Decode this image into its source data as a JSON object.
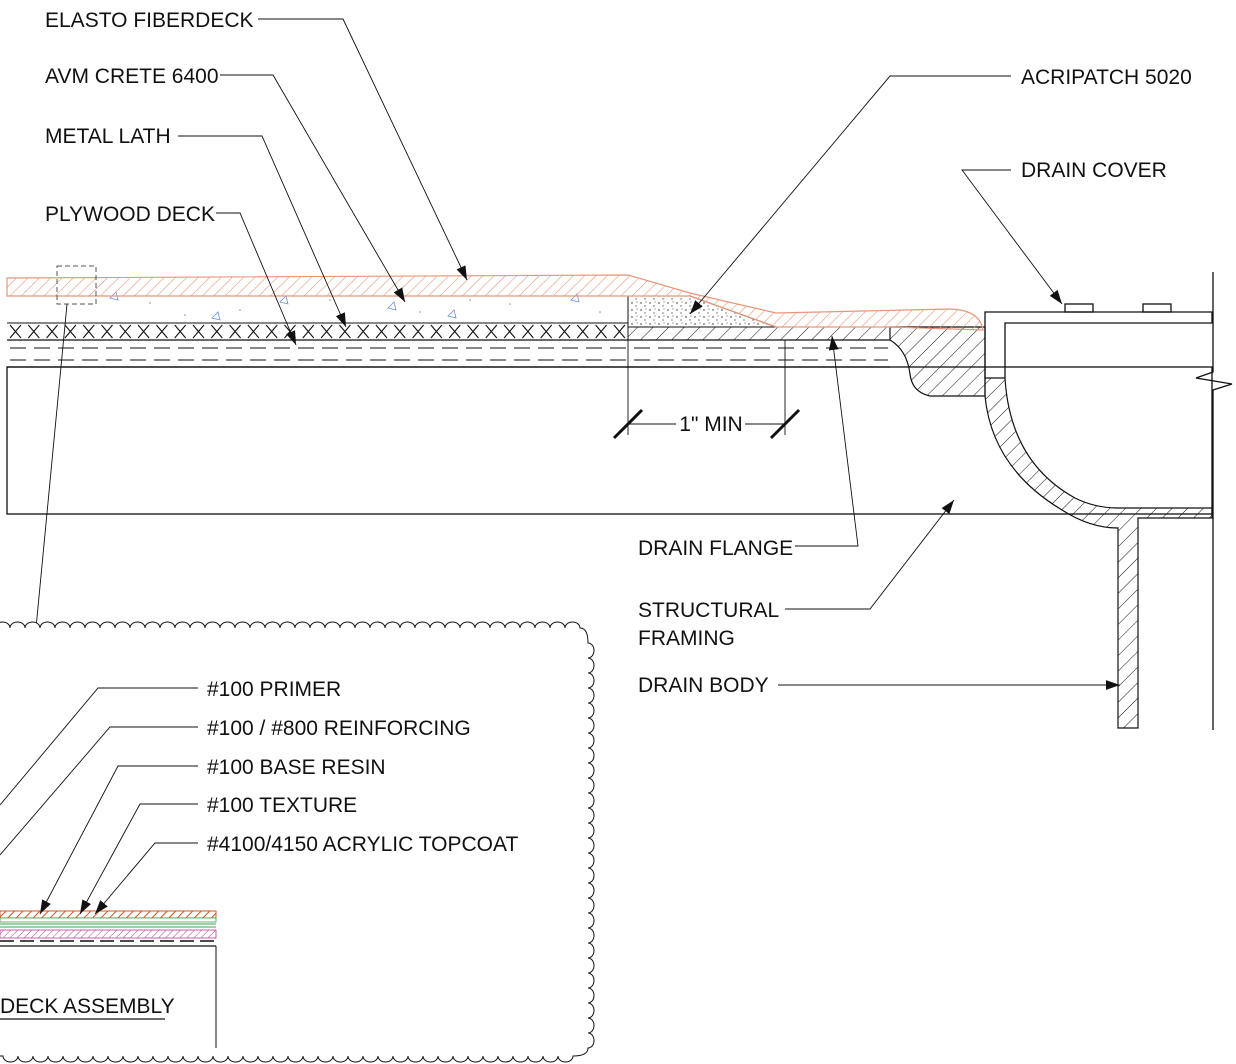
{
  "labels": {
    "elasto_fiberdeck": "ELASTO FIBERDECK",
    "avm_crete": "AVM CRETE 6400",
    "metal_lath": "METAL LATH",
    "plywood_deck": "PLYWOOD DECK",
    "acripatch": "ACRIPATCH 5020",
    "drain_cover": "DRAIN COVER",
    "dimension": "1\" MIN",
    "drain_flange": "DRAIN FLANGE",
    "structural_line1": "STRUCTURAL",
    "structural_line2": "FRAMING",
    "drain_body": "DRAIN BODY"
  },
  "detail": {
    "primer": "#100 PRIMER",
    "reinforcing": "#100 / #800 REINFORCING",
    "base_resin": "#100 BASE RESIN",
    "texture": "#100 TEXTURE",
    "topcoat": "#4100/4150 ACRYLIC TOPCOAT",
    "title": "DECK ASSEMBLY"
  },
  "colors": {
    "fiberdeck": "#e8967a",
    "topcoat": "#d9531e",
    "texture_green": "#3fa34d",
    "reinforcing_magenta": "#c0389a",
    "concrete_mark": "#6a8fd8",
    "line": "#111111"
  }
}
